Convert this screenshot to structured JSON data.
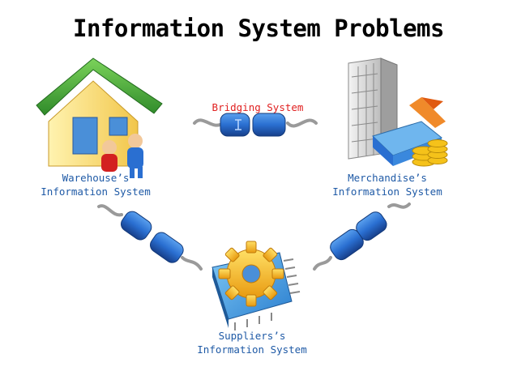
{
  "title": "Information System Problems",
  "bridge": {
    "label": "Bridging System"
  },
  "nodes": {
    "warehouse": {
      "line1": "Warehouse’s",
      "line2": "Information System"
    },
    "merchandise": {
      "line1": "Merchandise’s",
      "line2": "Information System"
    },
    "suppliers": {
      "line1": "Suppliers’s",
      "line2": "Information System"
    }
  },
  "colors": {
    "label_blue": "#1f5aa6",
    "bridge_red": "#e02020",
    "connector_blue": "#2a6fd1"
  },
  "icons": [
    "house-icon",
    "building-icon",
    "gear-icon",
    "plug-connector-icon"
  ]
}
